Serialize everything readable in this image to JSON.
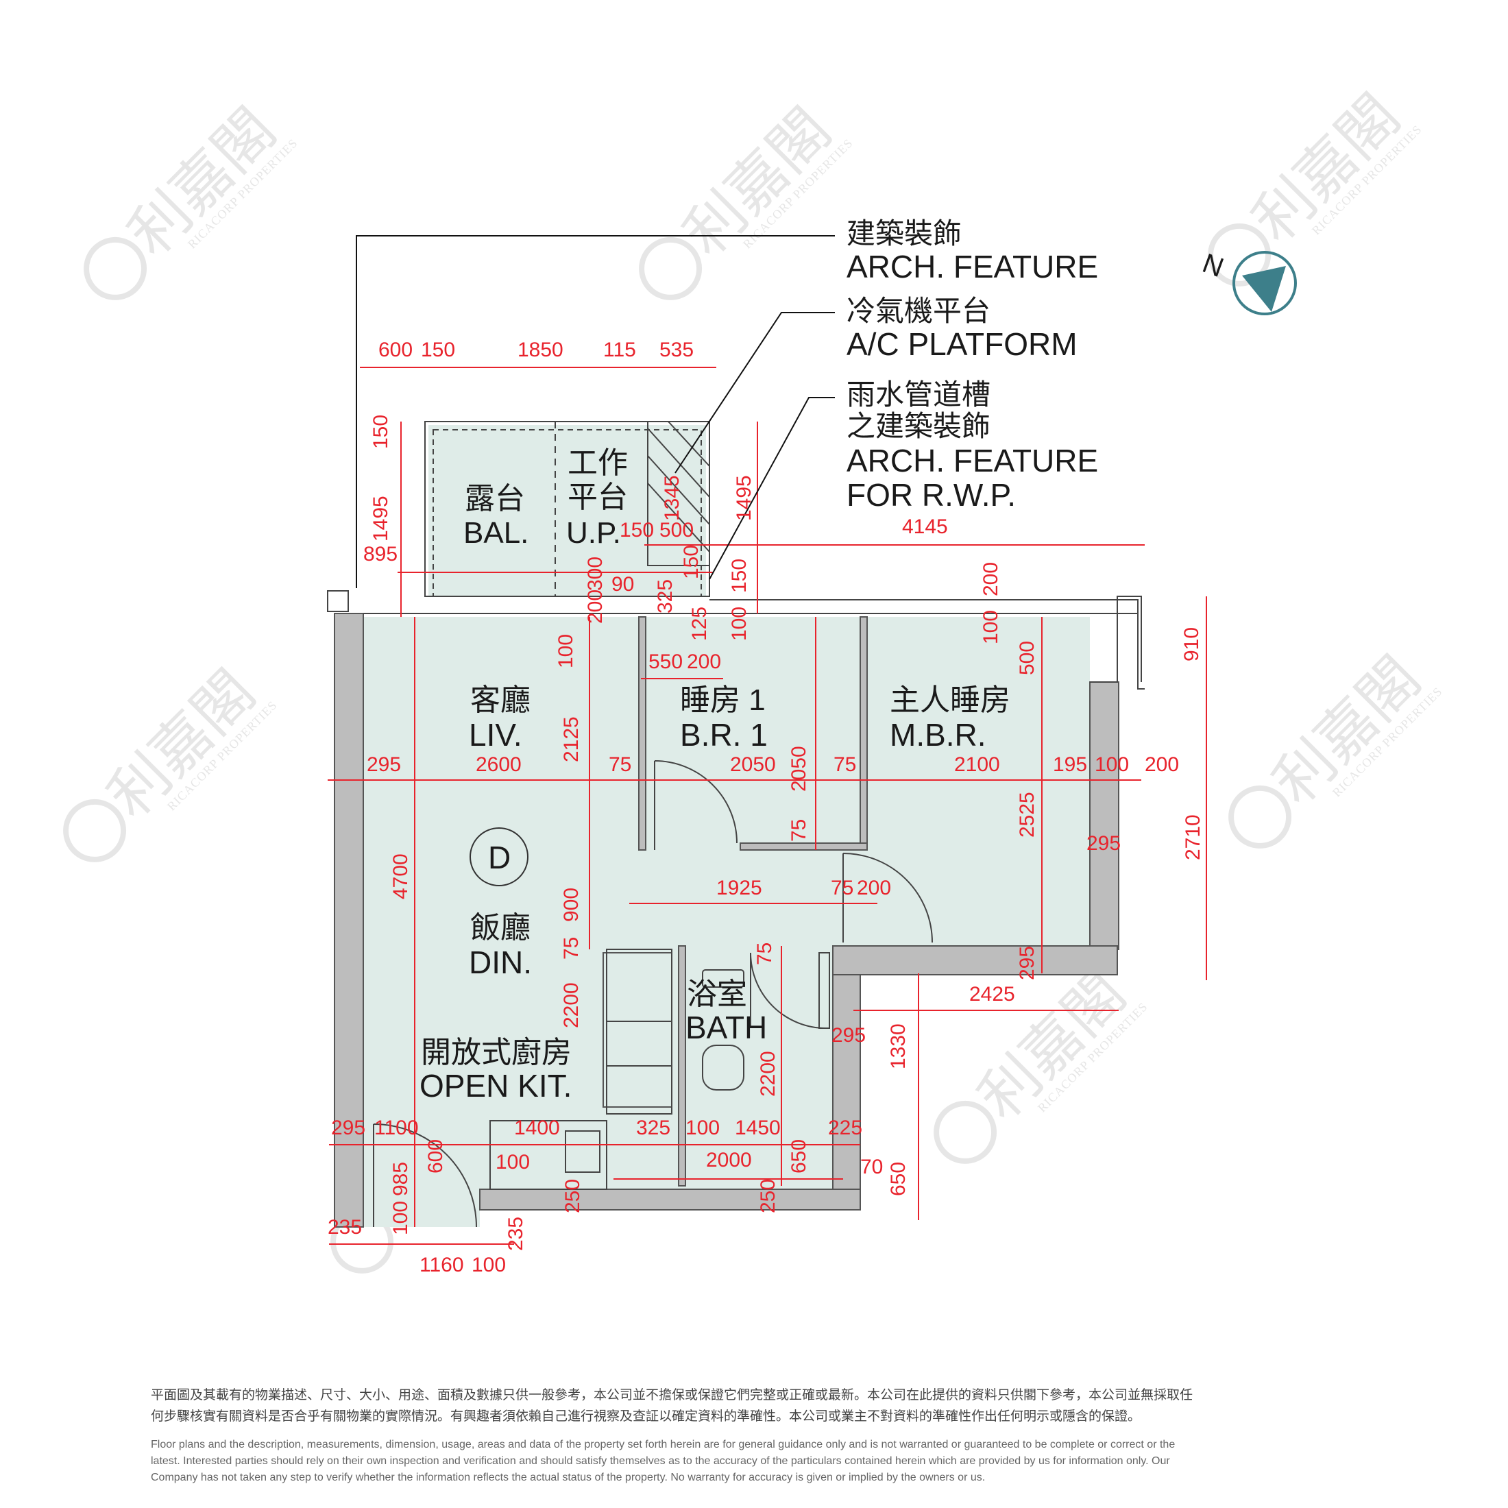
{
  "rooms": {
    "bal_zh": "露台",
    "bal_en": "BAL.",
    "up_zh_1": "工作",
    "up_zh_2": "平台",
    "up_en": "U.P.",
    "liv_zh": "客廳",
    "liv_en": "LIV.",
    "br1_zh": "睡房 1",
    "br1_en": "B.R. 1",
    "mbr_zh": "主人睡房",
    "mbr_en": "M.B.R.",
    "din_zh": "飯廳",
    "din_en": "DIN.",
    "kit_zh": "開放式廚房",
    "kit_en": "OPEN KIT.",
    "bath_zh": "浴室",
    "bath_en": "BATH",
    "d_mark": "D"
  },
  "callouts": {
    "arch_zh": "建築裝飾",
    "arch_en": "ARCH. FEATURE",
    "ac_zh": "冷氣機平台",
    "ac_en": "A/C PLATFORM",
    "rwp_zh_1": "雨水管道槽",
    "rwp_zh_2": "之建築裝飾",
    "rwp_en_1": "ARCH. FEATURE",
    "rwp_en_2": "FOR R.W.P."
  },
  "north": {
    "label": "N"
  },
  "dimensions": {
    "top_600": "600",
    "top_150": "150",
    "top_1850": "1850",
    "top_115": "115",
    "top_535": "535",
    "v_150": "150",
    "v_1495": "1495",
    "h_895": "895",
    "up_1345": "1345",
    "up_150": "150",
    "up_500": "500",
    "r_1495": "1495",
    "h_4145": "4145",
    "s_300": "300",
    "s_200": "200",
    "s_90": "90",
    "s_325": "325",
    "s_150b": "150",
    "s_150c": "150",
    "s_100": "100",
    "s_125": "125",
    "s_200b": "200",
    "s_100b": "100",
    "s_500": "500",
    "s_100c": "100",
    "r_910": "910",
    "h_550": "550",
    "h_200": "200",
    "l_295": "295",
    "l_2600": "2600",
    "l_75": "75",
    "l_2050": "2050",
    "l_75b": "75",
    "l_2100": "2100",
    "l_195": "195",
    "l_100": "100",
    "l_200": "200",
    "v_2125": "2125",
    "v_2050": "2050",
    "v_75": "75",
    "v_2525": "2525",
    "r_2710": "2710",
    "v_4700": "4700",
    "v_900": "900",
    "v_75b": "75",
    "v_2200": "2200",
    "h_1925": "1925",
    "h_75c": "75",
    "h_200c": "200",
    "r_295a": "295",
    "r_295b": "295",
    "h_2425": "2425",
    "b_75": "75",
    "b_2200": "2200",
    "b_295": "295",
    "b_1330": "1330",
    "k_295": "295",
    "k_1100": "1100",
    "k_1400": "1400",
    "k_325": "325",
    "k_100": "100",
    "k_1450": "1450",
    "k_225": "225",
    "k_600": "600",
    "k_100b": "100",
    "k_2000": "2000",
    "k_650": "650",
    "k_70": "70",
    "k_650b": "650",
    "k_985": "985",
    "k_100c": "100",
    "k_250": "250",
    "k_250b": "250",
    "k_235": "235",
    "k_235b": "235",
    "k_1160": "1160",
    "k_100d": "100"
  },
  "watermark": {
    "zh": "利嘉閣",
    "en": "RICACORP PROPERTIES"
  },
  "disclaimer": {
    "zh_1": "平面圖及其載有的物業描述、尺寸、大小、用途、面積及數據只供一般參考，本公司並不擔保或保證它們完整或正確或最新。本公司在此提供的資料只供閣下參考，本公司並無採取任",
    "zh_2": "何步驟核實有關資料是否合乎有關物業的實際情況。有興趣者須依賴自己進行視察及查証以確定資料的準確性。本公司或業主不對資料的準確性作出任何明示或隱含的保證。",
    "en_1": "Floor plans and the description, measurements, dimension, usage, areas and data of the property set forth herein are for general guidance only and is not warranted or guaranteed to be complete or correct or the",
    "en_2": "latest. Interested parties should rely on their own inspection and verification and should satisfy themselves as to the accuracy of the particulars contained herein which are provided by us for information only.  Our",
    "en_3": "Company has not taken any step to verify whether the information reflects the actual status of the property.  No warranty for accuracy is given or implied by the owners or us."
  },
  "colors": {
    "floor": "#dfece8",
    "wall": "#bdbdbd",
    "dimension": "#e8232c",
    "compass": "#3d7f8a",
    "watermark": "#d6d6d6"
  }
}
